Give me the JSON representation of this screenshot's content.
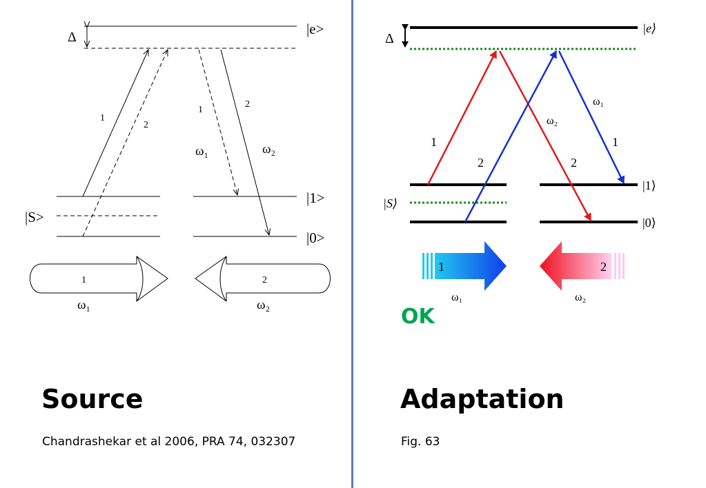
{
  "left": {
    "heading": "Source",
    "caption": "Chandrashekar et al 2006, PRA 74, 032307",
    "delta": "Δ",
    "state_e": "|e>",
    "state_1": "|1>",
    "state_0": "|0>",
    "state_s": "|S>",
    "arrow_labels": [
      "1",
      "2",
      "1",
      "2"
    ],
    "omega1": "ω₁",
    "omega2": "ω₂",
    "beam1_label": "1",
    "beam2_label": "2",
    "beam1_omega": "ω₁",
    "beam2_omega": "ω₂"
  },
  "right": {
    "heading": "Adaptation",
    "caption": "Fig. 63",
    "verdict": "OK",
    "delta": "Δ",
    "state_e": "|e⟩",
    "state_1": "|1⟩",
    "state_0": "|0⟩",
    "state_s": "|S⟩",
    "arrow_labels": [
      "1",
      "2",
      "2",
      "1"
    ],
    "omega1": "ω₁",
    "omega2": "ω₂",
    "beam1_label": "1",
    "beam2_label": "2",
    "beam1_omega": "ω₁",
    "beam2_omega": "ω₂",
    "colors": {
      "red": "#e01b1b",
      "blue": "#1530d0",
      "green": "#1a8a1a"
    }
  }
}
